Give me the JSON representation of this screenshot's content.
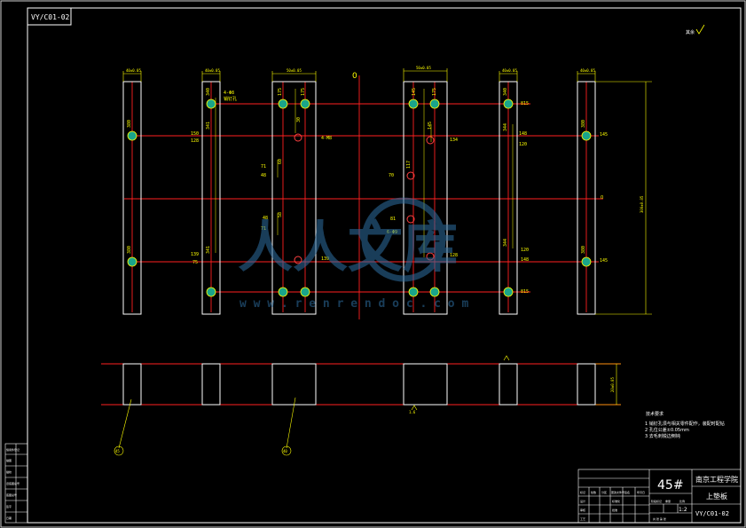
{
  "drawing": {
    "code_top": "VY/C01-02",
    "roughness_top": "其余",
    "dims_top": [
      "40±0.05",
      "40±0.05",
      "50±0.05",
      "50±0.05",
      "40±0.05",
      "40±0.05"
    ],
    "hole_labels": {
      "plate1": [
        "380",
        "380"
      ],
      "plate2": [
        "340",
        "341",
        "341",
        "4-Φ8",
        "销钉孔",
        "150",
        "128",
        "139",
        "75"
      ],
      "plate3": [
        "175",
        "175",
        "30",
        "4-M8",
        "60",
        "71",
        "48",
        "48",
        "71",
        "58",
        "139"
      ],
      "plate4": [
        "145",
        "175",
        "145",
        "117",
        "70",
        "81",
        "134",
        "6-Φ9",
        "128"
      ],
      "plate5": [
        "340",
        "344",
        "344",
        "815",
        "148",
        "120",
        "120",
        "148",
        "815"
      ],
      "plate6": [
        "380",
        "380",
        "145",
        "145"
      ]
    },
    "center_mark": "0",
    "height_dim": "300±0.05",
    "side_dim": "20±0.05",
    "side_roughness": "1.6",
    "side_bubbles": [
      "45",
      "40"
    ],
    "tech_title": "技术要求",
    "tech_notes": [
      "1  销钉孔须与相关零件配作，装配时配钻",
      "2  孔位公差±0.05mm",
      "3  去毛刺锐边倒钝"
    ],
    "watermark_text": "人人文库",
    "watermark_url": "w w w . r e n r e n d o c . c o m"
  },
  "title_block": {
    "material": "45#",
    "school": "南京工程学院",
    "part_name": "上垫板",
    "code": "VY/C01-02",
    "scale": "1:2",
    "rows": [
      "标记",
      "处数",
      "分区",
      "更改文件号",
      "签名",
      "年月日"
    ],
    "roles": [
      "设计",
      "审核",
      "工艺",
      "标准化",
      "批准"
    ],
    "stage_cells": [
      "阶段标记",
      "重量",
      "比例"
    ],
    "sheet": "共 张 第 张"
  },
  "left_strip": [
    "借用件登记",
    "描图",
    "描校",
    "旧底图总号",
    "底图总号",
    "签字",
    "日期"
  ]
}
